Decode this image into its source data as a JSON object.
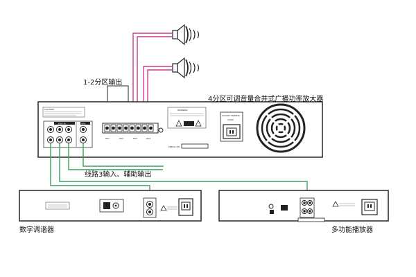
{
  "labels": {
    "amplifier": "4分区可调音量合并式广播功率放大器",
    "zone_output": "1-2分区输出",
    "line_input": "线路3输入、辅助输出",
    "digital_tuner": "数字调谐器",
    "multi_player": "多功能播放器"
  },
  "panel_text": {
    "caution": "CAUTION",
    "warning": "WARNING",
    "power_spec": "AC220V 50/60HZ",
    "power_rating": "100W",
    "serial": "SERIAL NO.",
    "zone1": "PG1",
    "zone2": "PG2",
    "zone3": "PG3",
    "zone4": "PG4",
    "line_in": "LINE IN",
    "aux": "AUX"
  },
  "colors": {
    "speaker_wire": "#cc3c8e",
    "signal_wire": "#3a9e5c",
    "outline": "#222222"
  }
}
